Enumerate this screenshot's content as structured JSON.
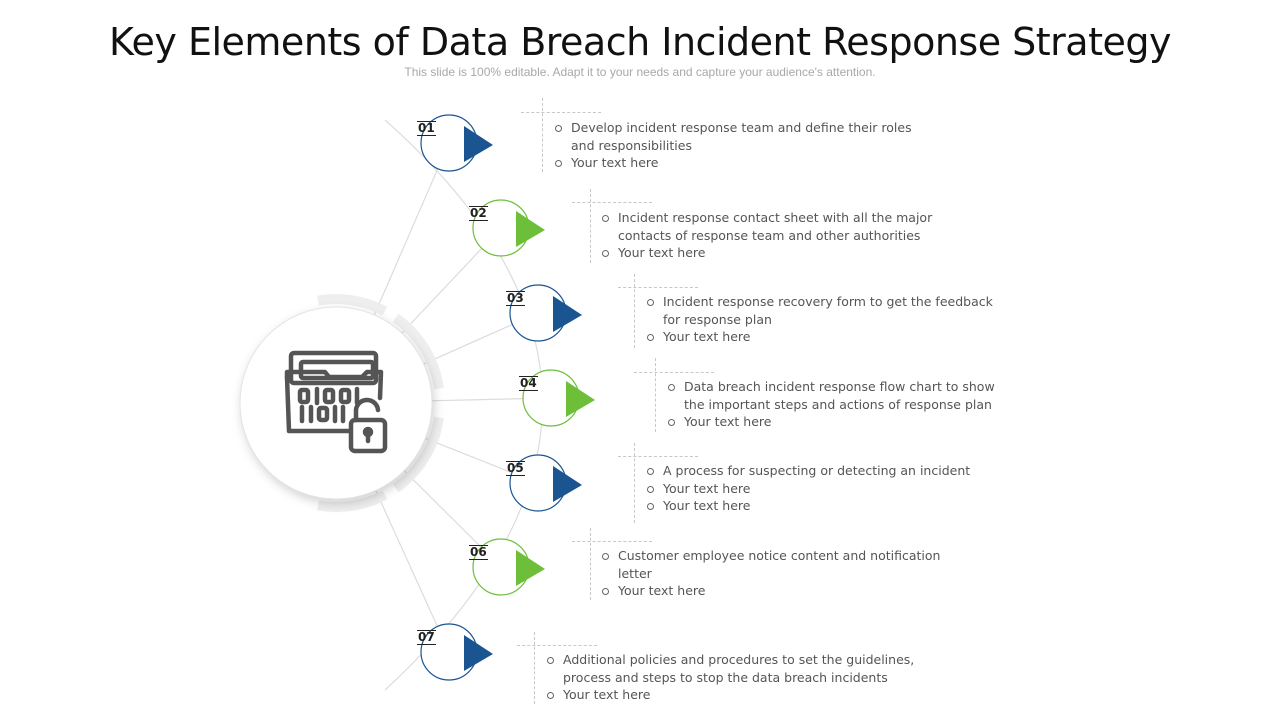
{
  "header": {
    "title": "Key Elements of Data Breach Incident Response Strategy",
    "subtitle": "This slide is 100% editable. Adapt it to your needs and capture your audience's attention."
  },
  "hub": {
    "icon": "data-folder-unlocked-padlock-icon"
  },
  "colors": {
    "blue": "#1a5592",
    "green": "#6dbf3a",
    "connector": "#dcdcdc",
    "arc": "#eeeeee",
    "icon": "#555555"
  },
  "steps": [
    {
      "number": "01",
      "color": "blue",
      "bullets": [
        "Develop incident response team and define their roles and responsibilities",
        "Your text here"
      ]
    },
    {
      "number": "02",
      "color": "green",
      "bullets": [
        "Incident response contact sheet with all the major contacts of response team and other authorities",
        "Your text here"
      ]
    },
    {
      "number": "03",
      "color": "blue",
      "bullets": [
        "Incident response recovery form to get the feedback for response plan",
        "Your text here"
      ]
    },
    {
      "number": "04",
      "color": "green",
      "bullets": [
        "Data breach incident response flow chart to show the important steps and actions of response plan",
        "Your text here"
      ]
    },
    {
      "number": "05",
      "color": "blue",
      "bullets": [
        "A process for suspecting or detecting an incident",
        "Your text here",
        "Your text here"
      ]
    },
    {
      "number": "06",
      "color": "green",
      "bullets": [
        "Customer employee notice content and notification letter",
        "Your text here"
      ]
    },
    {
      "number": "07",
      "color": "blue",
      "bullets": [
        "Additional policies and procedures to set the guidelines, process and steps to stop the data breach incidents",
        "Your text here"
      ]
    }
  ]
}
